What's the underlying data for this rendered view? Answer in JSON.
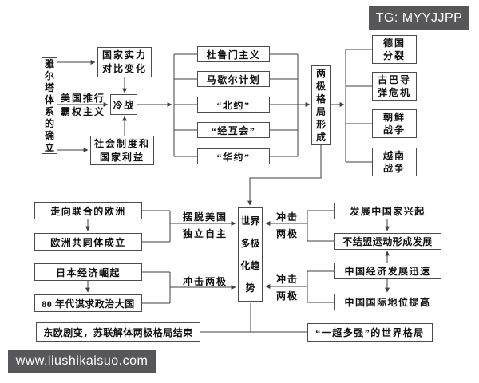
{
  "overlays": {
    "tg_badge": "TG: MYYJJPP",
    "watermark": "www.liushikaisuo.com"
  },
  "colors": {
    "background": "#ffffff",
    "box_border": "#4c4c4c",
    "connector_line": "#3f3f3f",
    "text": "#111111",
    "badge_background": "#57575a",
    "badge_text": "#ffffff"
  },
  "nodes": {
    "yalta": {
      "text": "雅尔塔体系的确立"
    },
    "national_power": {
      "line1": "国家实力",
      "line2": "对比变化"
    },
    "cold_war": {
      "text": "冷战"
    },
    "social_system": {
      "line1": "社会制度和",
      "line2": "国家利益"
    },
    "truman": {
      "text": "杜鲁门主义"
    },
    "marshall": {
      "text": "马歇尔计划"
    },
    "nato": {
      "text": "“北约”"
    },
    "comecon": {
      "text": "“经互会”"
    },
    "warsaw": {
      "text": "“华约”"
    },
    "bipolar": {
      "text": "两极格局形成"
    },
    "germany": {
      "line1": "德国",
      "line2": "分裂"
    },
    "cuba": {
      "line1": "古巴导",
      "line2": "弹危机"
    },
    "korea": {
      "line1": "朝鲜",
      "line2": "战争"
    },
    "vietnam": {
      "line1": "越南",
      "line2": "战争"
    },
    "europe_union": {
      "text": "走向联合的欧洲"
    },
    "european_community": {
      "text": "欧洲共同体成立"
    },
    "japan_economy": {
      "text": "日本经济崛起"
    },
    "japan_political": {
      "text": "80 年代谋求政治大国"
    },
    "multipolar": {
      "text": "世界多极化趋势"
    },
    "developing": {
      "text": "发展中国家兴起"
    },
    "non_aligned": {
      "text": "不结盟运动形成发展"
    },
    "china_economy": {
      "text": "中国经济发展迅速"
    },
    "china_status": {
      "text": "中国国际地位提高"
    },
    "soviet_collapse": {
      "text": "东欧剧变，苏联解体两极格局结束"
    },
    "one_super": {
      "text": "“一超多强”的世界格局"
    }
  },
  "labels": {
    "us_hegemony": {
      "line1": "美国推行",
      "line2": "霸权主义"
    },
    "independence": {
      "line1": "摆脱美国",
      "line2": "独立自主"
    },
    "impact_left": "冲击两极",
    "impact_top_right": {
      "line1": "冲击",
      "line2": "两极"
    },
    "impact_bottom_right": {
      "line1": "冲击",
      "line2": "两极"
    }
  }
}
